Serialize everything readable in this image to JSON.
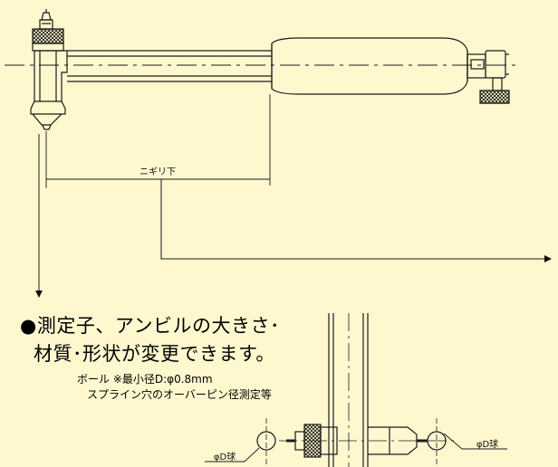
{
  "diagram": {
    "dimension_label": "ニギリ下",
    "headline_line1": "●測定子、アンビルの大きさ･",
    "headline_line2": "材質･形状が変更できます。",
    "note_line1": "ボール ※最小径D:φ0.8mm",
    "note_line2": "スプライン穴のオーバーピン径測定等",
    "ball_label_left": "φD球",
    "ball_label_right": "φD球"
  },
  "colors": {
    "background": "#fff8cf",
    "line": "#1a1a1a"
  }
}
